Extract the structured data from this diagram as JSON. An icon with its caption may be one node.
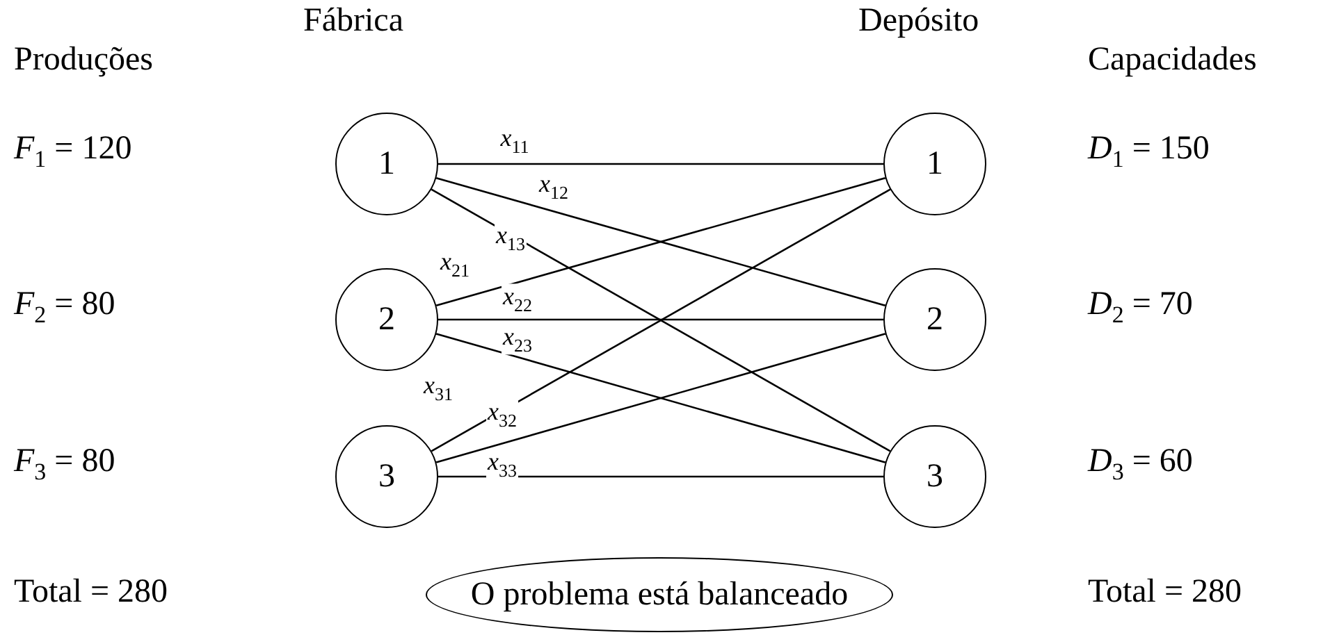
{
  "diagram": {
    "nodes": [
      {
        "text": [
          "1"
        ]
      },
      {
        "text": [
          "1"
        ]
      },
      {
        "text": [
          "2"
        ]
      },
      {
        "text": [
          "2"
        ]
      },
      {
        "text": [
          "3"
        ]
      },
      {
        "text": [
          "3"
        ]
      },
      {
        "text": [
          "O problema está balanceado"
        ]
      }
    ],
    "edges": [
      {
        "from": 0,
        "to": 1,
        "arrow": "none",
        "label": "*x*$_{11}$"
      },
      {
        "from": 0,
        "to": 3,
        "arrow": "none",
        "label": "*x*$_{12}$"
      },
      {
        "from": 0,
        "to": 5,
        "arrow": "none",
        "label": "*x*$_{13}$"
      },
      {
        "from": 2,
        "to": 1,
        "arrow": "none",
        "label": "*x*$_{21}$"
      },
      {
        "from": 2,
        "to": 3,
        "arrow": "none",
        "label": "*x*$_{22}$"
      },
      {
        "from": 2,
        "to": 5,
        "arrow": "none",
        "label": "*x*$_{23}$"
      },
      {
        "from": 4,
        "to": 1,
        "arrow": "none",
        "label": "*x*$_{31}$"
      },
      {
        "from": 4,
        "to": 3,
        "arrow": "none",
        "label": "*x*$_{32}$"
      },
      {
        "from": 4,
        "to": 5,
        "arrow": "none",
        "label": "*x*$_{33}$"
      }
    ],
    "labels": [
      "Fábrica",
      "Depósito",
      "Produções",
      "Capacidades",
      "*F*$_{1}$ = 120",
      "*D*$_{1}$ = 150",
      "*F*$_{2}$ = 80",
      "*D*$_{2}$ = 70",
      "*F*$_{3}$ = 80",
      "*D*$_{3}$ = 60",
      "Total = 280",
      "Total = 280"
    ]
  }
}
